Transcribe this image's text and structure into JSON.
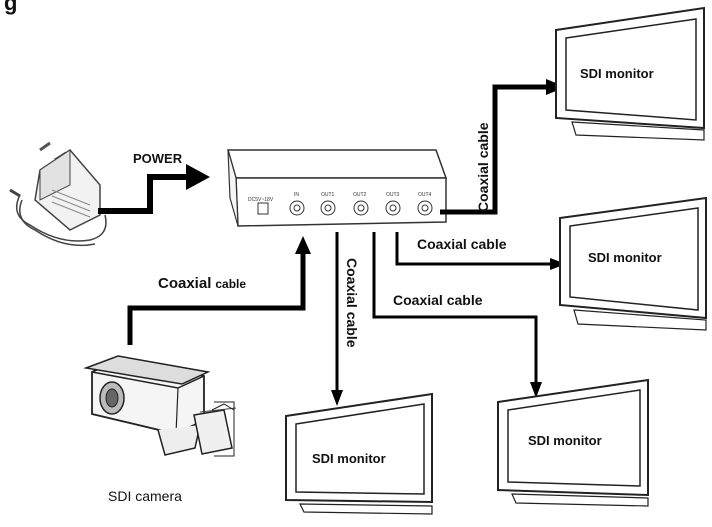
{
  "heading_fragment": "g",
  "power_label": "POWER",
  "splitter": {
    "input_label": "DC5V~18V",
    "port_labels": [
      "IN",
      "OUT1",
      "OUT2",
      "OUT3",
      "OUT4"
    ]
  },
  "cables": {
    "camera_label_main": "Coaxial",
    "camera_label_suffix": "cable",
    "out1": "Coaxial cable",
    "out2": "Coaxial cable",
    "out3": "Coaxial cable",
    "out4": "Coaxial cable"
  },
  "monitors": {
    "top_right": "SDI monitor",
    "middle_right": "SDI monitor",
    "bottom_center": "SDI monitor",
    "bottom_right": "SDI monitor"
  },
  "camera_label": "SDI camera"
}
